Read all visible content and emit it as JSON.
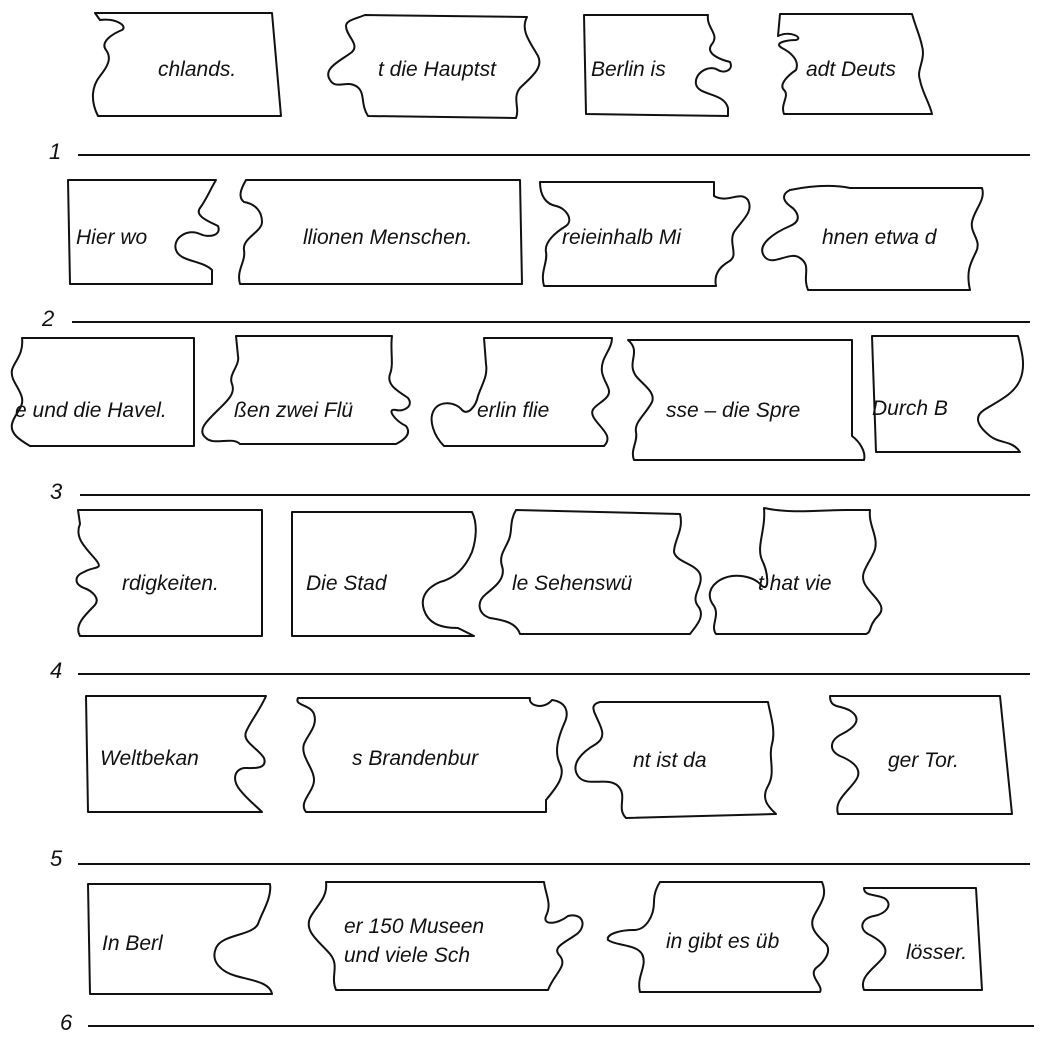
{
  "worksheet": {
    "rows": [
      {
        "number": "1",
        "pieces": [
          {
            "text": "chlands."
          },
          {
            "text": "t die Hauptst"
          },
          {
            "text": "Berlin is"
          },
          {
            "text": "adt Deuts"
          }
        ]
      },
      {
        "number": "2",
        "pieces": [
          {
            "text": "Hier wo"
          },
          {
            "text": "llionen Menschen."
          },
          {
            "text": "reieinhalb Mi"
          },
          {
            "text": "hnen etwa d"
          }
        ]
      },
      {
        "number": "3",
        "pieces": [
          {
            "text": "e und die Havel."
          },
          {
            "text": "ßen zwei Flü"
          },
          {
            "text": "erlin flie"
          },
          {
            "text": "sse – die Spre"
          },
          {
            "text": "Durch B"
          }
        ]
      },
      {
        "number": "4",
        "pieces": [
          {
            "text": "rdigkeiten."
          },
          {
            "text": "Die Stad"
          },
          {
            "text": "le Sehenswü"
          },
          {
            "text": "t hat vie"
          }
        ]
      },
      {
        "number": "5",
        "pieces": [
          {
            "text": "Weltbekan"
          },
          {
            "text": "s Brandenbur"
          },
          {
            "text": "nt ist da"
          },
          {
            "text": "ger Tor."
          }
        ]
      },
      {
        "number": "6",
        "pieces": [
          {
            "text": "In Berl"
          },
          {
            "text": "er 150 Museen",
            "text2": "und viele Sch"
          },
          {
            "text": "in gibt es üb"
          },
          {
            "text": "lösser."
          }
        ]
      }
    ]
  }
}
